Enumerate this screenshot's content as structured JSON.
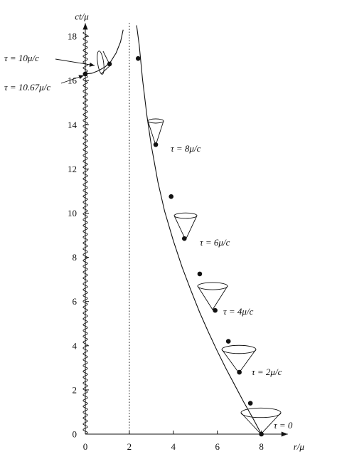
{
  "chart_data": {
    "type": "line",
    "title": "",
    "xlabel": "r/μ",
    "ylabel": "ct/μ",
    "xlim": [
      0,
      9.2
    ],
    "ylim": [
      0,
      18.6
    ],
    "x_ticks": [
      0,
      2,
      4,
      6,
      8
    ],
    "x_tick_labels": [
      "0",
      "2",
      "4",
      "6",
      "8"
    ],
    "y_ticks": [
      0,
      2,
      4,
      6,
      8,
      10,
      12,
      14,
      16,
      18
    ],
    "y_tick_labels": [
      "0",
      "2",
      "4",
      "6",
      "8",
      "10",
      "12",
      "14",
      "16",
      "18"
    ],
    "horizon_r": 2,
    "singularity_r": 0,
    "series": [
      {
        "curve_outside": [
          [
            8.0,
            0.0
          ],
          [
            7.6,
            0.75
          ],
          [
            7.2,
            1.45
          ],
          [
            6.8,
            2.2
          ],
          [
            6.4,
            2.95
          ],
          [
            6.0,
            3.75
          ],
          [
            5.6,
            4.6
          ],
          [
            5.2,
            5.5
          ],
          [
            4.8,
            6.5
          ],
          [
            4.4,
            7.55
          ],
          [
            4.0,
            8.75
          ],
          [
            3.6,
            10.1
          ],
          [
            3.3,
            11.4
          ],
          [
            3.0,
            13.05
          ],
          [
            2.8,
            14.4
          ],
          [
            2.6,
            16.05
          ],
          [
            2.45,
            17.6
          ],
          [
            2.33,
            18.5
          ]
        ],
        "curve_inside": [
          [
            0.0,
            16.3
          ],
          [
            0.3,
            16.33
          ],
          [
            0.6,
            16.45
          ],
          [
            0.9,
            16.62
          ],
          [
            1.15,
            16.85
          ],
          [
            1.4,
            17.25
          ],
          [
            1.6,
            17.75
          ],
          [
            1.72,
            18.3
          ]
        ],
        "points": [
          [
            8.0,
            0.0
          ],
          [
            7.5,
            1.4
          ],
          [
            7.0,
            2.8
          ],
          [
            6.5,
            4.2
          ],
          [
            5.9,
            5.6
          ],
          [
            5.2,
            7.25
          ],
          [
            4.5,
            8.85
          ],
          [
            3.9,
            10.75
          ],
          [
            3.2,
            13.1
          ],
          [
            2.4,
            17.0
          ],
          [
            1.1,
            16.75
          ],
          [
            0.0,
            16.3
          ]
        ]
      }
    ],
    "cones": [
      {
        "label": "τ = 0"
      },
      {
        "label": "τ = 2μ/c"
      },
      {
        "label": "τ = 4μ/c"
      },
      {
        "label": "τ = 6μ/c"
      },
      {
        "label": "τ = 8μ/c"
      },
      {
        "label": "τ = 10μ/c"
      },
      {
        "label": "τ = 10.67μ/c"
      }
    ]
  }
}
